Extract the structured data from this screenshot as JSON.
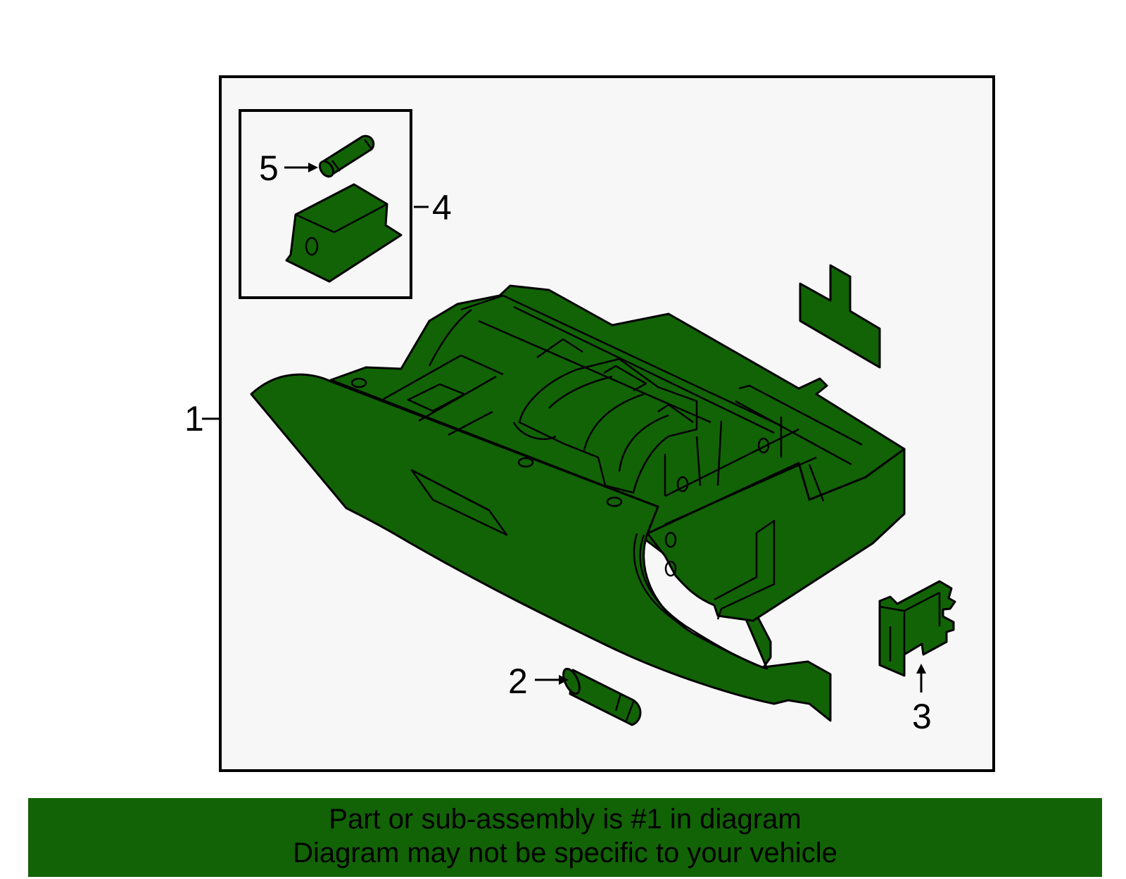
{
  "colors": {
    "part_fill": "#126306",
    "outline": "#000000",
    "frame_fill": "#f7f7f7",
    "banner_fill": "#126306",
    "text": "#000000"
  },
  "callouts": {
    "c1": "1",
    "c2": "2",
    "c3": "3",
    "c4": "4",
    "c5": "5"
  },
  "banner": {
    "line1": "Part or sub-assembly is #1 in diagram",
    "line2": "Diagram may not be specific to your vehicle"
  }
}
